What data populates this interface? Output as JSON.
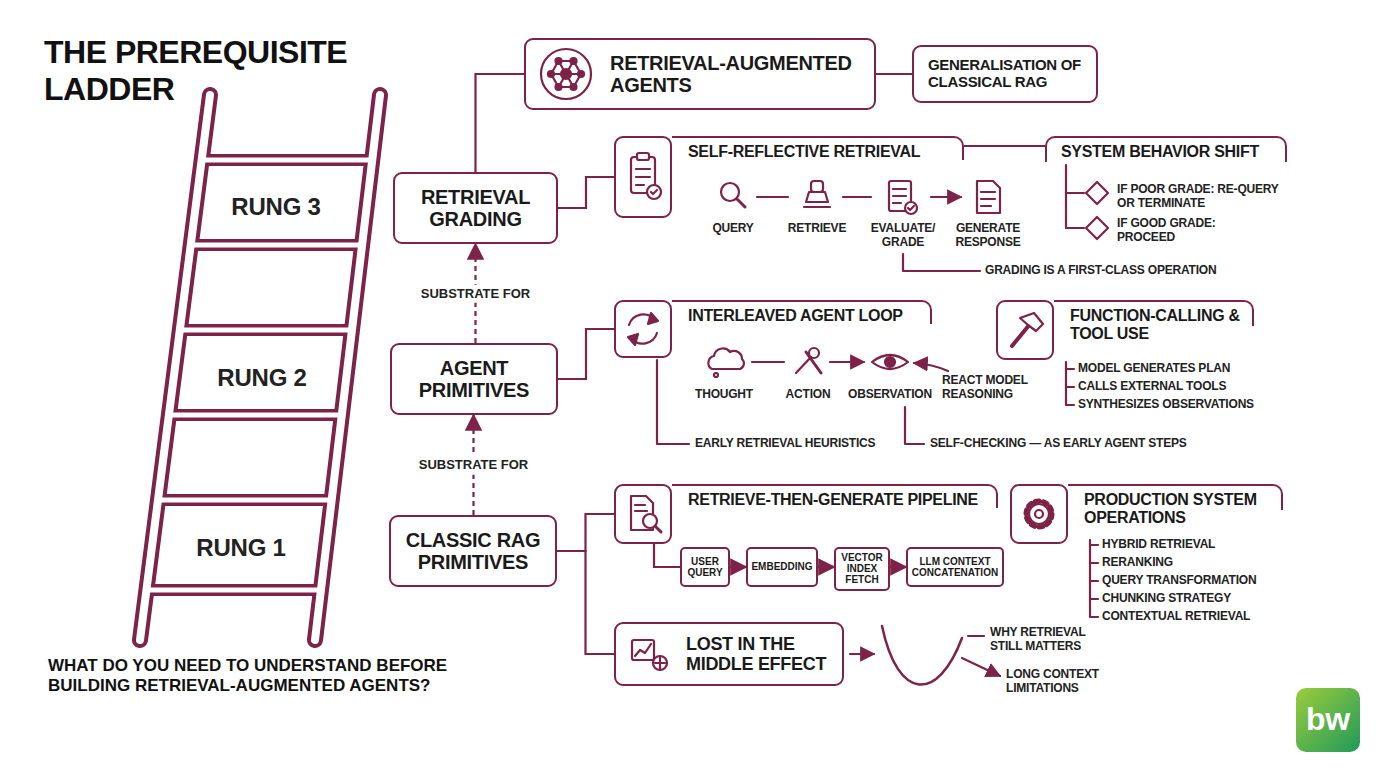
{
  "diagram": {
    "title": "THE PREREQUISITE LADDER",
    "caption": "WHAT DO YOU NEED TO UNDERSTAND BEFORE BUILDING RETRIEVAL-AUGMENTED AGENTS?",
    "nodes": [
      {
        "text": [
          "RETRIEVAL-AUGMENTED AGENTS"
        ]
      },
      {
        "text": [
          "GENERALISATION OF CLASSICAL RAG"
        ]
      },
      {
        "text": [
          "RETRIEVAL GRADING"
        ]
      },
      {
        "text": [
          "SELF-REFLECTIVE RETRIEVAL"
        ]
      },
      {
        "text": [
          "SYSTEM BEHAVIOR SHIFT"
        ]
      },
      {
        "text": [
          "AGENT PRIMITIVES"
        ]
      },
      {
        "text": [
          "INTERLEAVED AGENT LOOP"
        ]
      },
      {
        "text": [
          "FUNCTION-CALLING & TOOL USE"
        ]
      },
      {
        "text": [
          "CLASSIC RAG PRIMITIVES"
        ]
      },
      {
        "text": [
          "RETRIEVE-THEN-GENERATE PIPELINE"
        ]
      },
      {
        "text": [
          "USER QUERY"
        ]
      },
      {
        "text": [
          "EMBEDDING"
        ]
      },
      {
        "text": [
          "VECTOR INDEX FETCH"
        ]
      },
      {
        "text": [
          "LLM CONTEXT CONCATENATION"
        ]
      },
      {
        "text": [
          "PRODUCTION SYSTEM OPERATIONS"
        ]
      },
      {
        "text": [
          "LOST IN THE MIDDLE EFFECT"
        ]
      }
    ],
    "edges": [
      {
        "from": 2,
        "to": 0,
        "arrow": "none"
      },
      {
        "from": 0,
        "to": 1,
        "arrow": "none"
      },
      {
        "from": 2,
        "to": 3,
        "arrow": "none"
      },
      {
        "from": 3,
        "to": 4,
        "arrow": "none"
      },
      {
        "from": 5,
        "to": 2,
        "arrow": "to",
        "label": "SUBSTRATE FOR"
      },
      {
        "from": 5,
        "to": 6,
        "arrow": "none"
      },
      {
        "from": 8,
        "to": 5,
        "arrow": "to",
        "label": "SUBSTRATE FOR"
      },
      {
        "from": 8,
        "to": 9,
        "arrow": "none"
      },
      {
        "from": 9,
        "to": 10,
        "arrow": "none"
      },
      {
        "from": 10,
        "to": 11,
        "arrow": "to"
      },
      {
        "from": 11,
        "to": 12,
        "arrow": "to"
      },
      {
        "from": 12,
        "to": 13,
        "arrow": "to"
      },
      {
        "from": 8,
        "to": 15,
        "arrow": "none"
      }
    ],
    "labels": [
      "RUNG 3",
      "RUNG 2",
      "RUNG 1",
      "QUERY",
      "RETRIEVE",
      "EVALUATE/ GRADE",
      "GENERATE RESPONSE",
      "GRADING IS A FIRST-CLASS OPERATION",
      "IF POOR GRADE: RE-QUERY OR TERMINATE",
      "IF GOOD GRADE: PROCEED",
      "THOUGHT",
      "ACTION",
      "OBSERVATION",
      "REACT MODEL REASONING",
      "EARLY RETRIEVAL HEURISTICS",
      "SELF-CHECKING — AS EARLY AGENT STEPS",
      "MODEL GENERATES PLAN",
      "CALLS EXTERNAL TOOLS",
      "SYNTHESIZES OBSERVATIONS",
      "HYBRID RETRIEVAL",
      "RERANKING",
      "QUERY TRANSFORMATION",
      "CHUNKING STRATEGY",
      "CONTEXTUAL RETRIEVAL",
      "WHY RETRIEVAL STILL MATTERS",
      "LONG CONTEXT LIMITATIONS",
      "bw"
    ]
  }
}
